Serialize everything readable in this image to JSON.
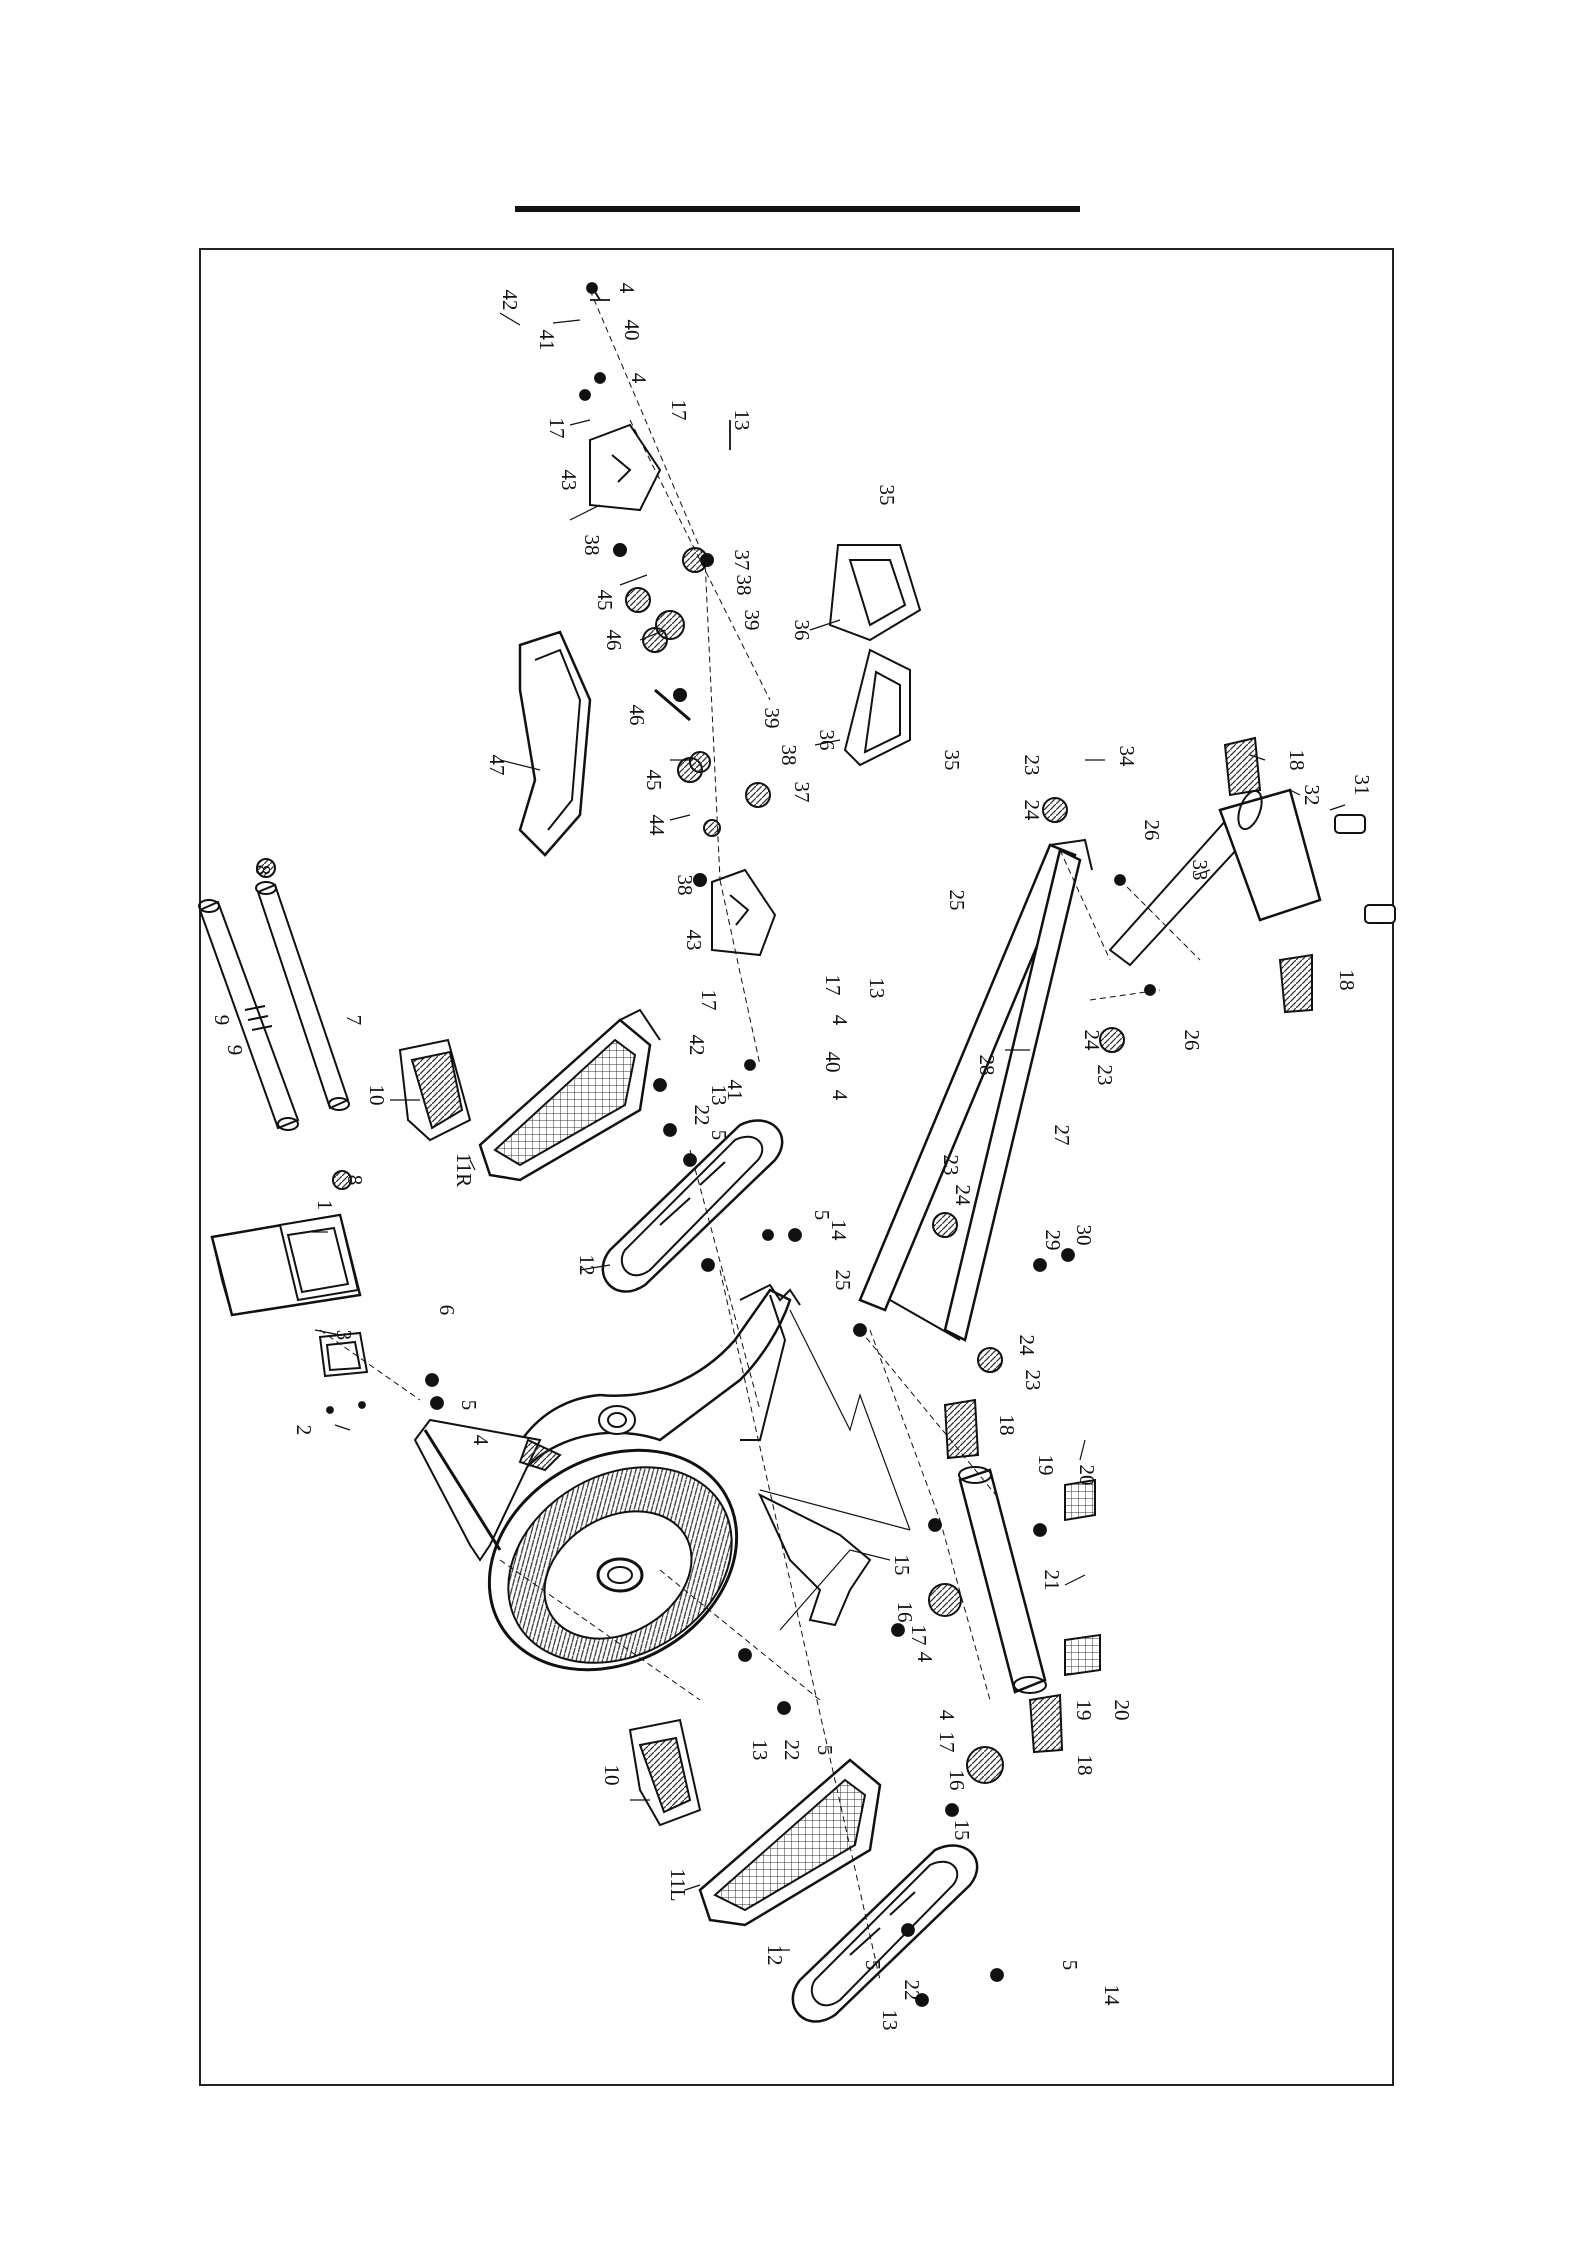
{
  "diagram": {
    "type": "exploded-parts-view",
    "orientation": "rotated-90",
    "part_labels": [
      {
        "id": "p42a",
        "text": "42"
      },
      {
        "id": "p41a",
        "text": "41"
      },
      {
        "id": "p40a",
        "text": "40"
      },
      {
        "id": "p4a",
        "text": "4"
      },
      {
        "id": "p4b",
        "text": "4"
      },
      {
        "id": "p17a",
        "text": "17"
      },
      {
        "id": "p17b",
        "text": "17"
      },
      {
        "id": "p13a",
        "text": "13"
      },
      {
        "id": "p43a",
        "text": "43"
      },
      {
        "id": "p35a",
        "text": "35"
      },
      {
        "id": "p38a",
        "text": "38"
      },
      {
        "id": "p37a",
        "text": "37"
      },
      {
        "id": "p38b",
        "text": "38"
      },
      {
        "id": "p45a",
        "text": "45"
      },
      {
        "id": "p39a",
        "text": "39"
      },
      {
        "id": "p46a",
        "text": "46"
      },
      {
        "id": "p36a",
        "text": "36"
      },
      {
        "id": "p46b",
        "text": "46"
      },
      {
        "id": "p39b",
        "text": "39"
      },
      {
        "id": "p36b",
        "text": "36"
      },
      {
        "id": "p38c",
        "text": "38"
      },
      {
        "id": "p35b",
        "text": "35"
      },
      {
        "id": "p47",
        "text": "47"
      },
      {
        "id": "p45b",
        "text": "45"
      },
      {
        "id": "p37b",
        "text": "37"
      },
      {
        "id": "p23a",
        "text": "23"
      },
      {
        "id": "p34",
        "text": "34"
      },
      {
        "id": "p18a",
        "text": "18"
      },
      {
        "id": "p44",
        "text": "44"
      },
      {
        "id": "p24a",
        "text": "24"
      },
      {
        "id": "p32",
        "text": "32"
      },
      {
        "id": "p31",
        "text": "31"
      },
      {
        "id": "p26a",
        "text": "26"
      },
      {
        "id": "p8a",
        "text": "8"
      },
      {
        "id": "p38d",
        "text": "38"
      },
      {
        "id": "p33",
        "text": "33"
      },
      {
        "id": "p25a",
        "text": "25"
      },
      {
        "id": "p43b",
        "text": "43"
      },
      {
        "id": "p17c",
        "text": "17"
      },
      {
        "id": "p13b",
        "text": "13"
      },
      {
        "id": "p18b",
        "text": "18"
      },
      {
        "id": "p17d",
        "text": "17"
      },
      {
        "id": "p9a",
        "text": "9"
      },
      {
        "id": "p9b",
        "text": "9"
      },
      {
        "id": "p7",
        "text": "7"
      },
      {
        "id": "p4c",
        "text": "4"
      },
      {
        "id": "p24b",
        "text": "24"
      },
      {
        "id": "p26b",
        "text": "26"
      },
      {
        "id": "p42b",
        "text": "42"
      },
      {
        "id": "p40b",
        "text": "40"
      },
      {
        "id": "p28",
        "text": "28"
      },
      {
        "id": "p23b",
        "text": "23"
      },
      {
        "id": "p10a",
        "text": "10"
      },
      {
        "id": "p13c",
        "text": "13"
      },
      {
        "id": "p41b",
        "text": "41"
      },
      {
        "id": "p4d",
        "text": "4"
      },
      {
        "id": "p22a",
        "text": "22"
      },
      {
        "id": "p5a",
        "text": "5"
      },
      {
        "id": "p27",
        "text": "27"
      },
      {
        "id": "p11R",
        "text": "11R"
      },
      {
        "id": "p23c",
        "text": "23"
      },
      {
        "id": "p24c",
        "text": "24"
      },
      {
        "id": "p8b",
        "text": "8"
      },
      {
        "id": "p1",
        "text": "1"
      },
      {
        "id": "p5b",
        "text": "5"
      },
      {
        "id": "p14a",
        "text": "14"
      },
      {
        "id": "p29",
        "text": "29"
      },
      {
        "id": "p30",
        "text": "30"
      },
      {
        "id": "p12a",
        "text": "12"
      },
      {
        "id": "p25b",
        "text": "25"
      },
      {
        "id": "p6",
        "text": "6"
      },
      {
        "id": "p3",
        "text": "3"
      },
      {
        "id": "p24d",
        "text": "24"
      },
      {
        "id": "p23d",
        "text": "23"
      },
      {
        "id": "p5c",
        "text": "5"
      },
      {
        "id": "p2",
        "text": "2"
      },
      {
        "id": "p4e",
        "text": "4"
      },
      {
        "id": "p18c",
        "text": "18"
      },
      {
        "id": "p19a",
        "text": "19"
      },
      {
        "id": "p20a",
        "text": "20"
      },
      {
        "id": "p15a",
        "text": "15"
      },
      {
        "id": "p21",
        "text": "21"
      },
      {
        "id": "p16a",
        "text": "16"
      },
      {
        "id": "p17e",
        "text": "17"
      },
      {
        "id": "p4f",
        "text": "4"
      },
      {
        "id": "p19b",
        "text": "19"
      },
      {
        "id": "p20b",
        "text": "20"
      },
      {
        "id": "p13d",
        "text": "13"
      },
      {
        "id": "p22b",
        "text": "22"
      },
      {
        "id": "p5d",
        "text": "5"
      },
      {
        "id": "p4g",
        "text": "4"
      },
      {
        "id": "p17f",
        "text": "17"
      },
      {
        "id": "p18d",
        "text": "18"
      },
      {
        "id": "p16b",
        "text": "16"
      },
      {
        "id": "p10b",
        "text": "10"
      },
      {
        "id": "p15b",
        "text": "15"
      },
      {
        "id": "p11L",
        "text": "11L"
      },
      {
        "id": "p12b",
        "text": "12"
      },
      {
        "id": "p5e",
        "text": "5"
      },
      {
        "id": "p5f",
        "text": "5"
      },
      {
        "id": "p22c",
        "text": "22"
      },
      {
        "id": "p14b",
        "text": "14"
      },
      {
        "id": "p13e",
        "text": "13"
      }
    ]
  }
}
